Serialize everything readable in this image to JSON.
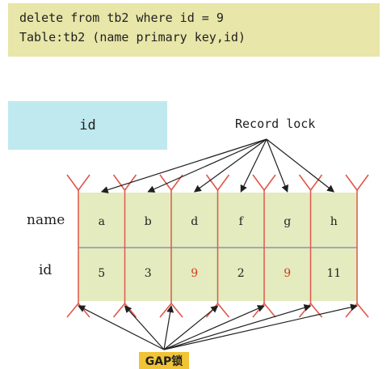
{
  "sql": {
    "line1": "delete from tb2 where id = 9",
    "line2": "Table:tb2 (name primary key,id)"
  },
  "id_box_label": "id",
  "record_lock_label": "Record lock",
  "row_labels": {
    "name": "name",
    "id": "id"
  },
  "table": {
    "names": [
      "a",
      "b",
      "d",
      "f",
      "g",
      "h"
    ],
    "ids": [
      "5",
      "3",
      "9",
      "2",
      "9",
      "11"
    ],
    "highlighted_columns": [
      2,
      4
    ]
  },
  "gap_label": "GAP锁",
  "colors": {
    "sql_bg": "#e8e6a8",
    "id_box_bg": "#bfe9ef",
    "table_fill": "#e3ebbf",
    "divider": "#7b7fb0",
    "gap_marker": "#e0574a",
    "highlight_text": "#d43a1c",
    "gap_label_bg": "#f1c435"
  }
}
